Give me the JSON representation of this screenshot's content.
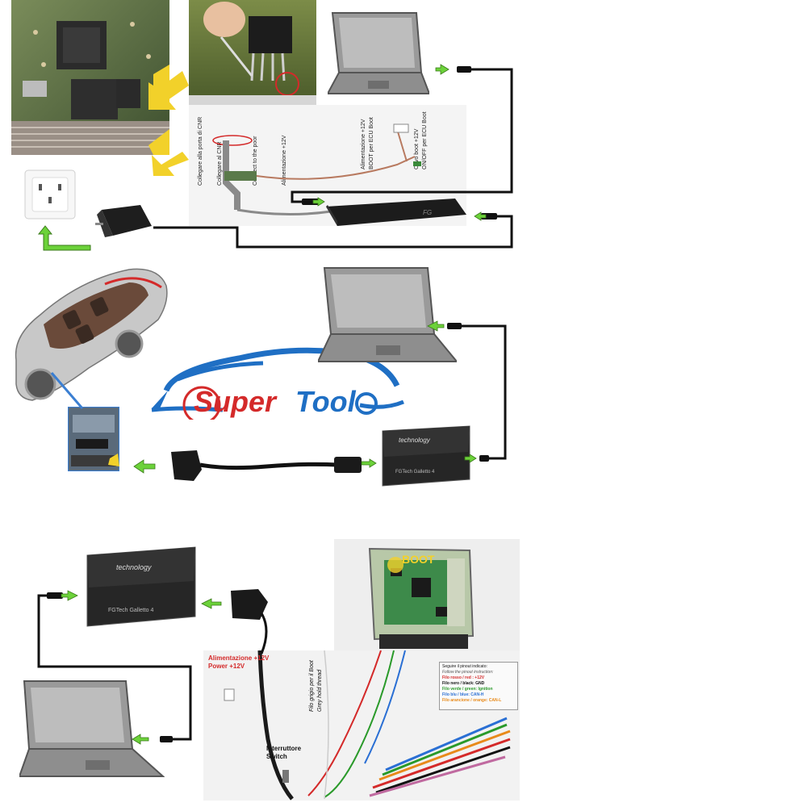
{
  "brand": {
    "logo_part1": "Super",
    "logo_part2": "Tool",
    "primary_color": "#1f6fc4",
    "accent_color": "#d42a2a"
  },
  "section1": {
    "ribbon_labels": [
      "Collegare alla porta di CNR",
      "Collegare al CNR",
      "Connect to the poor",
      "Alimentazione +12V"
    ],
    "right_labels": [
      "Alimentazione +12V",
      "BOOT per ECU Boot",
      "Cavo boot +12V",
      "ON/OFF per ECU Boot"
    ]
  },
  "section3": {
    "boot_label": "BOOT",
    "power_label_it": "Alimentazione +12V",
    "power_label_en": "Power +12V",
    "switch_label_it": "Interruttore",
    "switch_label_en": "Switch",
    "grey_wire_it": "Filo grigio per il Boot",
    "grey_wire_en": "Grey hold thread",
    "device_brand": "technology",
    "device_model": "FGTech Galletto 4",
    "pinout": {
      "title_it": "Seguire il pinout indicato:",
      "title_en": "Follow the pinout instruction:",
      "lines": [
        {
          "text": "Filo rosso / red : +12V",
          "color": "#d42a2a"
        },
        {
          "text": "Filo nero / black: GND",
          "color": "#111111"
        },
        {
          "text": "Filo verde / green: Ignition",
          "color": "#2a9a2a"
        },
        {
          "text": "Filo blu / blue: CAN-H",
          "color": "#2a6fd4"
        },
        {
          "text": "Filo arancione / orange: CAN-L",
          "color": "#e88a1a"
        }
      ]
    }
  },
  "colors": {
    "arrow_green": "#6cd23a",
    "cable": "#111111",
    "laptop_body": "#9a9a9a",
    "device_body": "#262626"
  },
  "icons": [
    "laptop-icon",
    "power-outlet-icon",
    "power-adapter-icon",
    "obd-connector-icon",
    "ecu-icon",
    "car-icon",
    "interface-device-icon"
  ]
}
